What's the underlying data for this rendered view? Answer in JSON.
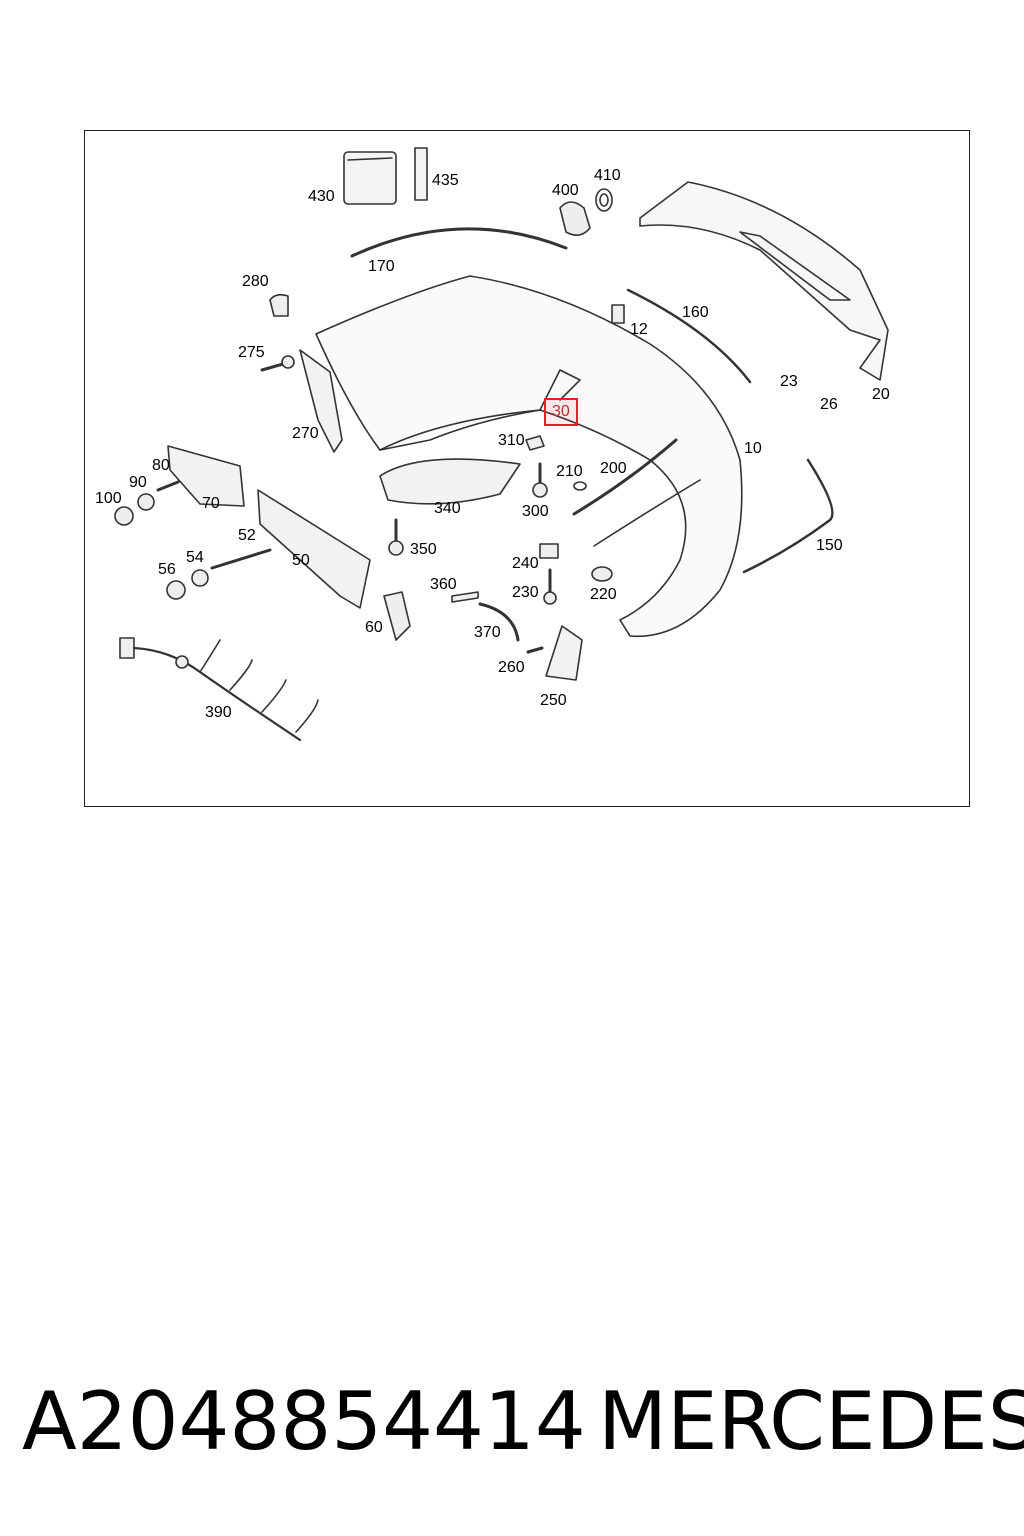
{
  "diagram": {
    "highlighted_callout": "30",
    "callouts": [
      {
        "id": "c430",
        "text": "430"
      },
      {
        "id": "c435",
        "text": "435"
      },
      {
        "id": "c400",
        "text": "400"
      },
      {
        "id": "c410",
        "text": "410"
      },
      {
        "id": "c170",
        "text": "170"
      },
      {
        "id": "c280",
        "text": "280"
      },
      {
        "id": "c12",
        "text": "12"
      },
      {
        "id": "c160",
        "text": "160"
      },
      {
        "id": "c275",
        "text": "275"
      },
      {
        "id": "c23",
        "text": "23"
      },
      {
        "id": "c26",
        "text": "26"
      },
      {
        "id": "c20",
        "text": "20"
      },
      {
        "id": "c270",
        "text": "270"
      },
      {
        "id": "c310",
        "text": "310"
      },
      {
        "id": "c10",
        "text": "10"
      },
      {
        "id": "c80",
        "text": "80"
      },
      {
        "id": "c210",
        "text": "210"
      },
      {
        "id": "c200",
        "text": "200"
      },
      {
        "id": "c90",
        "text": "90"
      },
      {
        "id": "c100",
        "text": "100"
      },
      {
        "id": "c70",
        "text": "70"
      },
      {
        "id": "c340",
        "text": "340"
      },
      {
        "id": "c300",
        "text": "300"
      },
      {
        "id": "c52",
        "text": "52"
      },
      {
        "id": "c350",
        "text": "350"
      },
      {
        "id": "c150",
        "text": "150"
      },
      {
        "id": "c54",
        "text": "54"
      },
      {
        "id": "c50",
        "text": "50"
      },
      {
        "id": "c56",
        "text": "56"
      },
      {
        "id": "c240",
        "text": "240"
      },
      {
        "id": "c360",
        "text": "360"
      },
      {
        "id": "c230",
        "text": "230"
      },
      {
        "id": "c220",
        "text": "220"
      },
      {
        "id": "c60",
        "text": "60"
      },
      {
        "id": "c370",
        "text": "370"
      },
      {
        "id": "c260",
        "text": "260"
      },
      {
        "id": "c250",
        "text": "250"
      },
      {
        "id": "c390",
        "text": "390"
      }
    ]
  },
  "caption": {
    "part_number": "A2048854414",
    "brand": "MERCEDES"
  }
}
